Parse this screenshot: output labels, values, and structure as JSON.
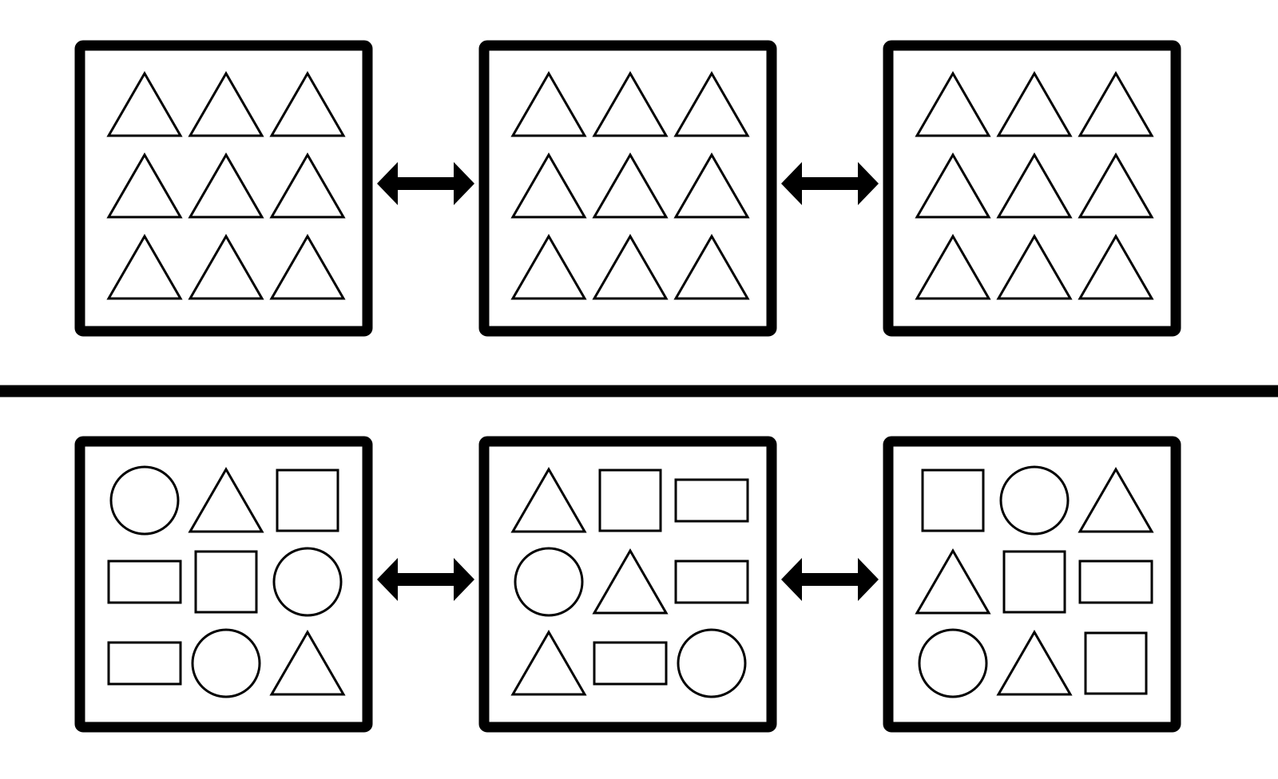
{
  "colors": {
    "background": "#ffffff",
    "ink": "#000000"
  },
  "rows": [
    {
      "name": "uniform-row",
      "panels": [
        [
          "triangle",
          "triangle",
          "triangle",
          "triangle",
          "triangle",
          "triangle",
          "triangle",
          "triangle",
          "triangle"
        ],
        [
          "triangle",
          "triangle",
          "triangle",
          "triangle",
          "triangle",
          "triangle",
          "triangle",
          "triangle",
          "triangle"
        ],
        [
          "triangle",
          "triangle",
          "triangle",
          "triangle",
          "triangle",
          "triangle",
          "triangle",
          "triangle",
          "triangle"
        ]
      ]
    },
    {
      "name": "mixed-row",
      "panels": [
        [
          "circle",
          "triangle",
          "square",
          "rectangle",
          "square",
          "circle",
          "rectangle",
          "circle",
          "triangle"
        ],
        [
          "triangle",
          "square",
          "rectangle",
          "circle",
          "triangle",
          "rectangle",
          "triangle",
          "rectangle",
          "circle"
        ],
        [
          "square",
          "circle",
          "triangle",
          "triangle",
          "square",
          "rectangle",
          "circle",
          "triangle",
          "square"
        ]
      ]
    }
  ],
  "connectors": {
    "type": "double-headed-arrow",
    "per_row": 2
  }
}
